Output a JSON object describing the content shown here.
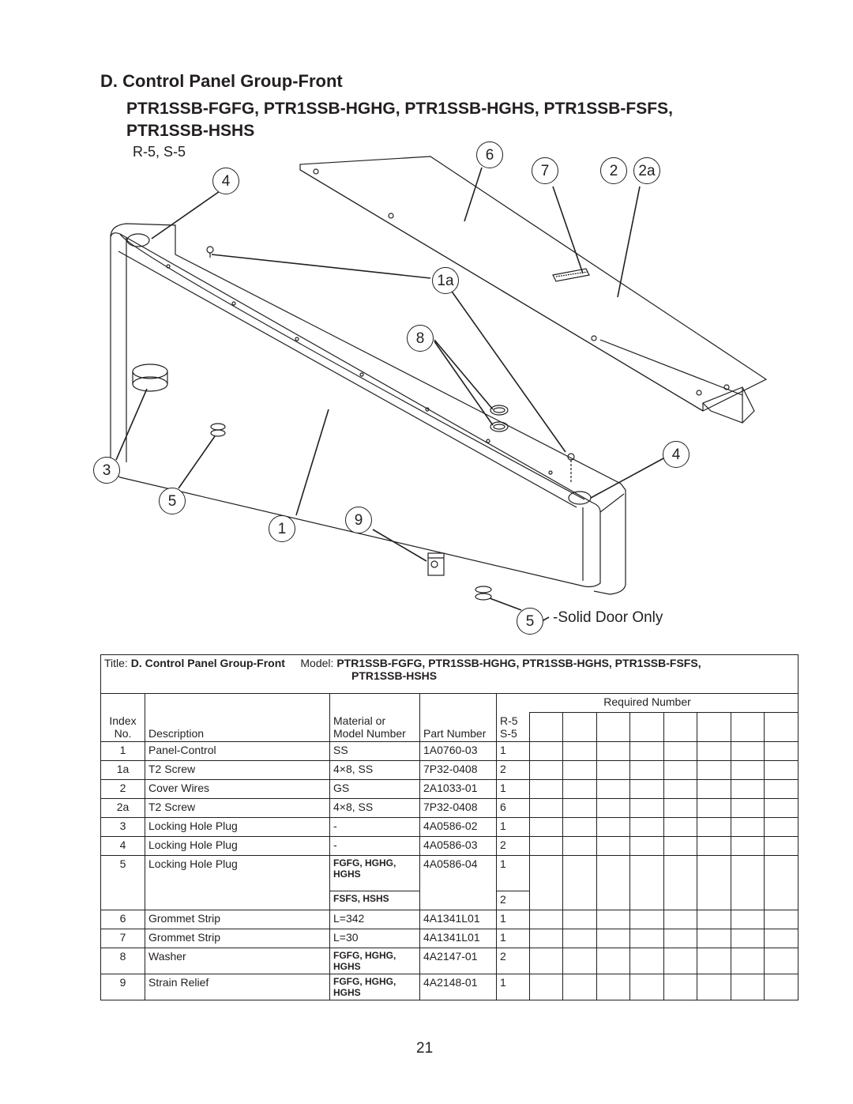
{
  "header": {
    "title": "D. Control Panel Group-Front",
    "models_line1": "PTR1SSB-FGFG, PTR1SSB-HGHG, PTR1SSB-HGHS, PTR1SSB-FSFS,",
    "models_line2": "PTR1SSB-HSHS",
    "variants": "R-5, S-5"
  },
  "callouts": {
    "c6": "6",
    "c7": "7",
    "c2": "2",
    "c2a": "2a",
    "c4a": "4",
    "c1a": "1a",
    "c8": "8",
    "c4b": "4",
    "c3": "3",
    "c5a": "5",
    "c1": "1",
    "c9": "9",
    "c5b": "5"
  },
  "solid_door_note": "-Solid Door Only",
  "table": {
    "title_label": "Title:",
    "title_value": "D. Control Panel Group-Front",
    "model_label": "Model:",
    "model_value_line1": "PTR1SSB-FGFG, PTR1SSB-HGHG, PTR1SSB-HGHS, PTR1SSB-FSFS,",
    "model_value_line2": "PTR1SSB-HSHS",
    "required_number": "Required Number",
    "hdr_index": "Index",
    "hdr_no": "No.",
    "hdr_description": "Description",
    "hdr_material1": "Material or",
    "hdr_material2": "Model Number",
    "hdr_part": "Part Number",
    "hdr_r5": "R-5",
    "hdr_s5": "S-5",
    "rows": [
      {
        "index": "1",
        "desc": "Panel-Control",
        "mat": "SS",
        "part": "1A0760-03",
        "qty": "1"
      },
      {
        "index": "1a",
        "desc": "T2 Screw",
        "mat": "4×8, SS",
        "part": "7P32-0408",
        "qty": "2"
      },
      {
        "index": "2",
        "desc": "Cover Wires",
        "mat": "GS",
        "part": "2A1033-01",
        "qty": "1"
      },
      {
        "index": "2a",
        "desc": "T2 Screw",
        "mat": "4×8, SS",
        "part": "7P32-0408",
        "qty": "6"
      },
      {
        "index": "3",
        "desc": "Locking Hole Plug",
        "mat": "-",
        "part": "4A0586-02",
        "qty": "1"
      },
      {
        "index": "4",
        "desc": "Locking Hole Plug",
        "mat": "-",
        "part": "4A0586-03",
        "qty": "2"
      },
      {
        "index": "5",
        "desc": "Locking Hole Plug",
        "mat": "FGFG, HGHG,",
        "mat2": "HGHS",
        "part": "4A0586-04",
        "qty": "1",
        "mat3": "FSFS, HSHS",
        "qty2": "2"
      },
      {
        "index": "6",
        "desc": "Grommet Strip",
        "mat": "L=342",
        "part": "4A1341L01",
        "qty": "1"
      },
      {
        "index": "7",
        "desc": "Grommet Strip",
        "mat": "L=30",
        "part": "4A1341L01",
        "qty": "1"
      },
      {
        "index": "8",
        "desc": "Washer",
        "mat": "FGFG, HGHG,",
        "mat2": "HGHS",
        "part": "4A2147-01",
        "qty": "2"
      },
      {
        "index": "9",
        "desc": "Strain Relief",
        "mat": "FGFG, HGHG,",
        "mat2": "HGHS",
        "part": "4A2148-01",
        "qty": "1"
      }
    ]
  },
  "page_number": "21"
}
